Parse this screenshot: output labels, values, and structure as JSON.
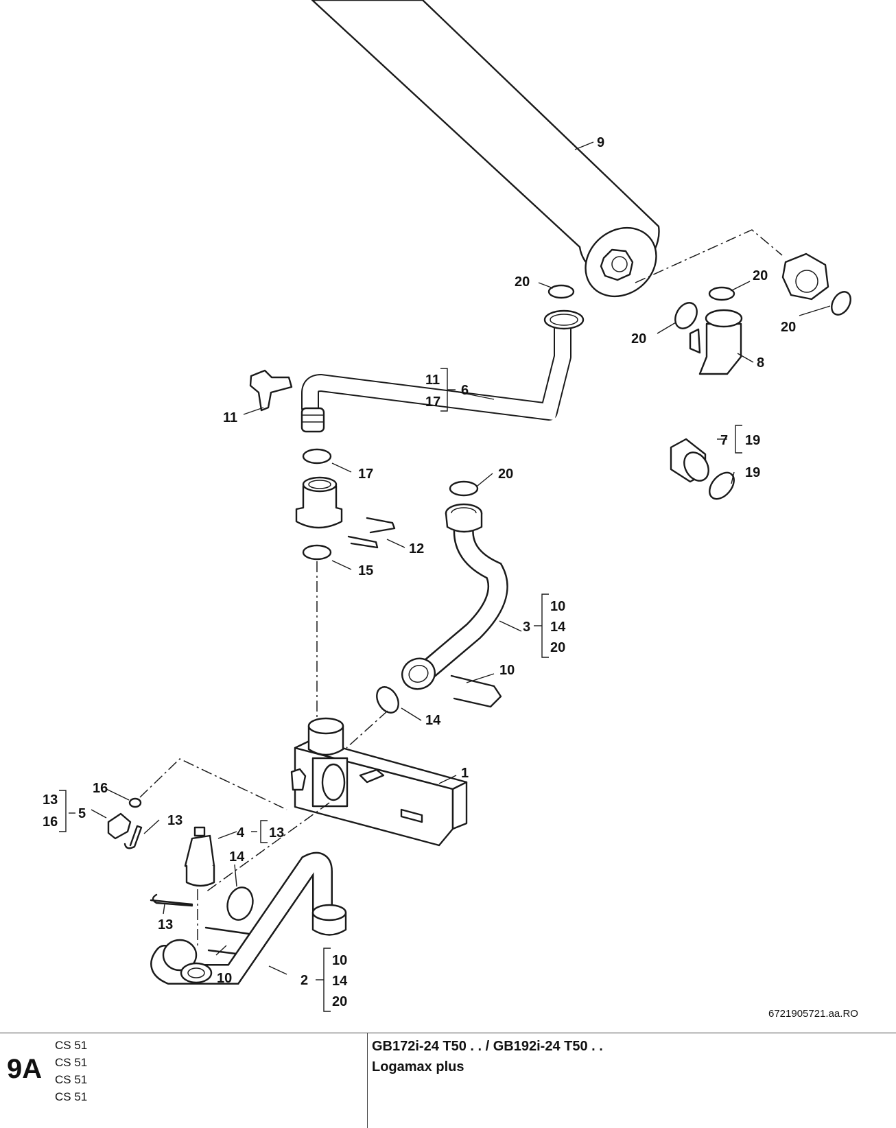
{
  "drawing": {
    "reference_code": "6721905721.aa.RO",
    "callouts": {
      "c1": "1",
      "c2": "2",
      "c3": "3",
      "c4": "4",
      "c5": "5",
      "c6": "6",
      "c7": "7",
      "c8": "8",
      "c9": "9",
      "c10a": "10",
      "c10b": "10",
      "c11": "11",
      "c12": "12",
      "c13a": "13",
      "c13b": "13",
      "c14a": "14",
      "c14b": "14",
      "c15": "15",
      "c16": "16",
      "c17": "17",
      "c19": "19",
      "c20a": "20",
      "c20b": "20",
      "c20c": "20",
      "c20d": "20",
      "c20e": "20"
    },
    "groups": {
      "g6": [
        "11",
        "17"
      ],
      "g3": [
        "10",
        "14",
        "20"
      ],
      "g7": [
        "19"
      ],
      "g5": [
        "13",
        "16"
      ],
      "g4": [
        "13"
      ],
      "g2": [
        "10",
        "14",
        "20"
      ]
    }
  },
  "footer": {
    "page_number": "9A",
    "codes": [
      "CS 51",
      "CS 51",
      "CS 51",
      "CS 51"
    ],
    "model_line1": "GB172i-24 T50 . . / GB192i-24 T50 . .",
    "model_line2": "Logamax plus"
  }
}
